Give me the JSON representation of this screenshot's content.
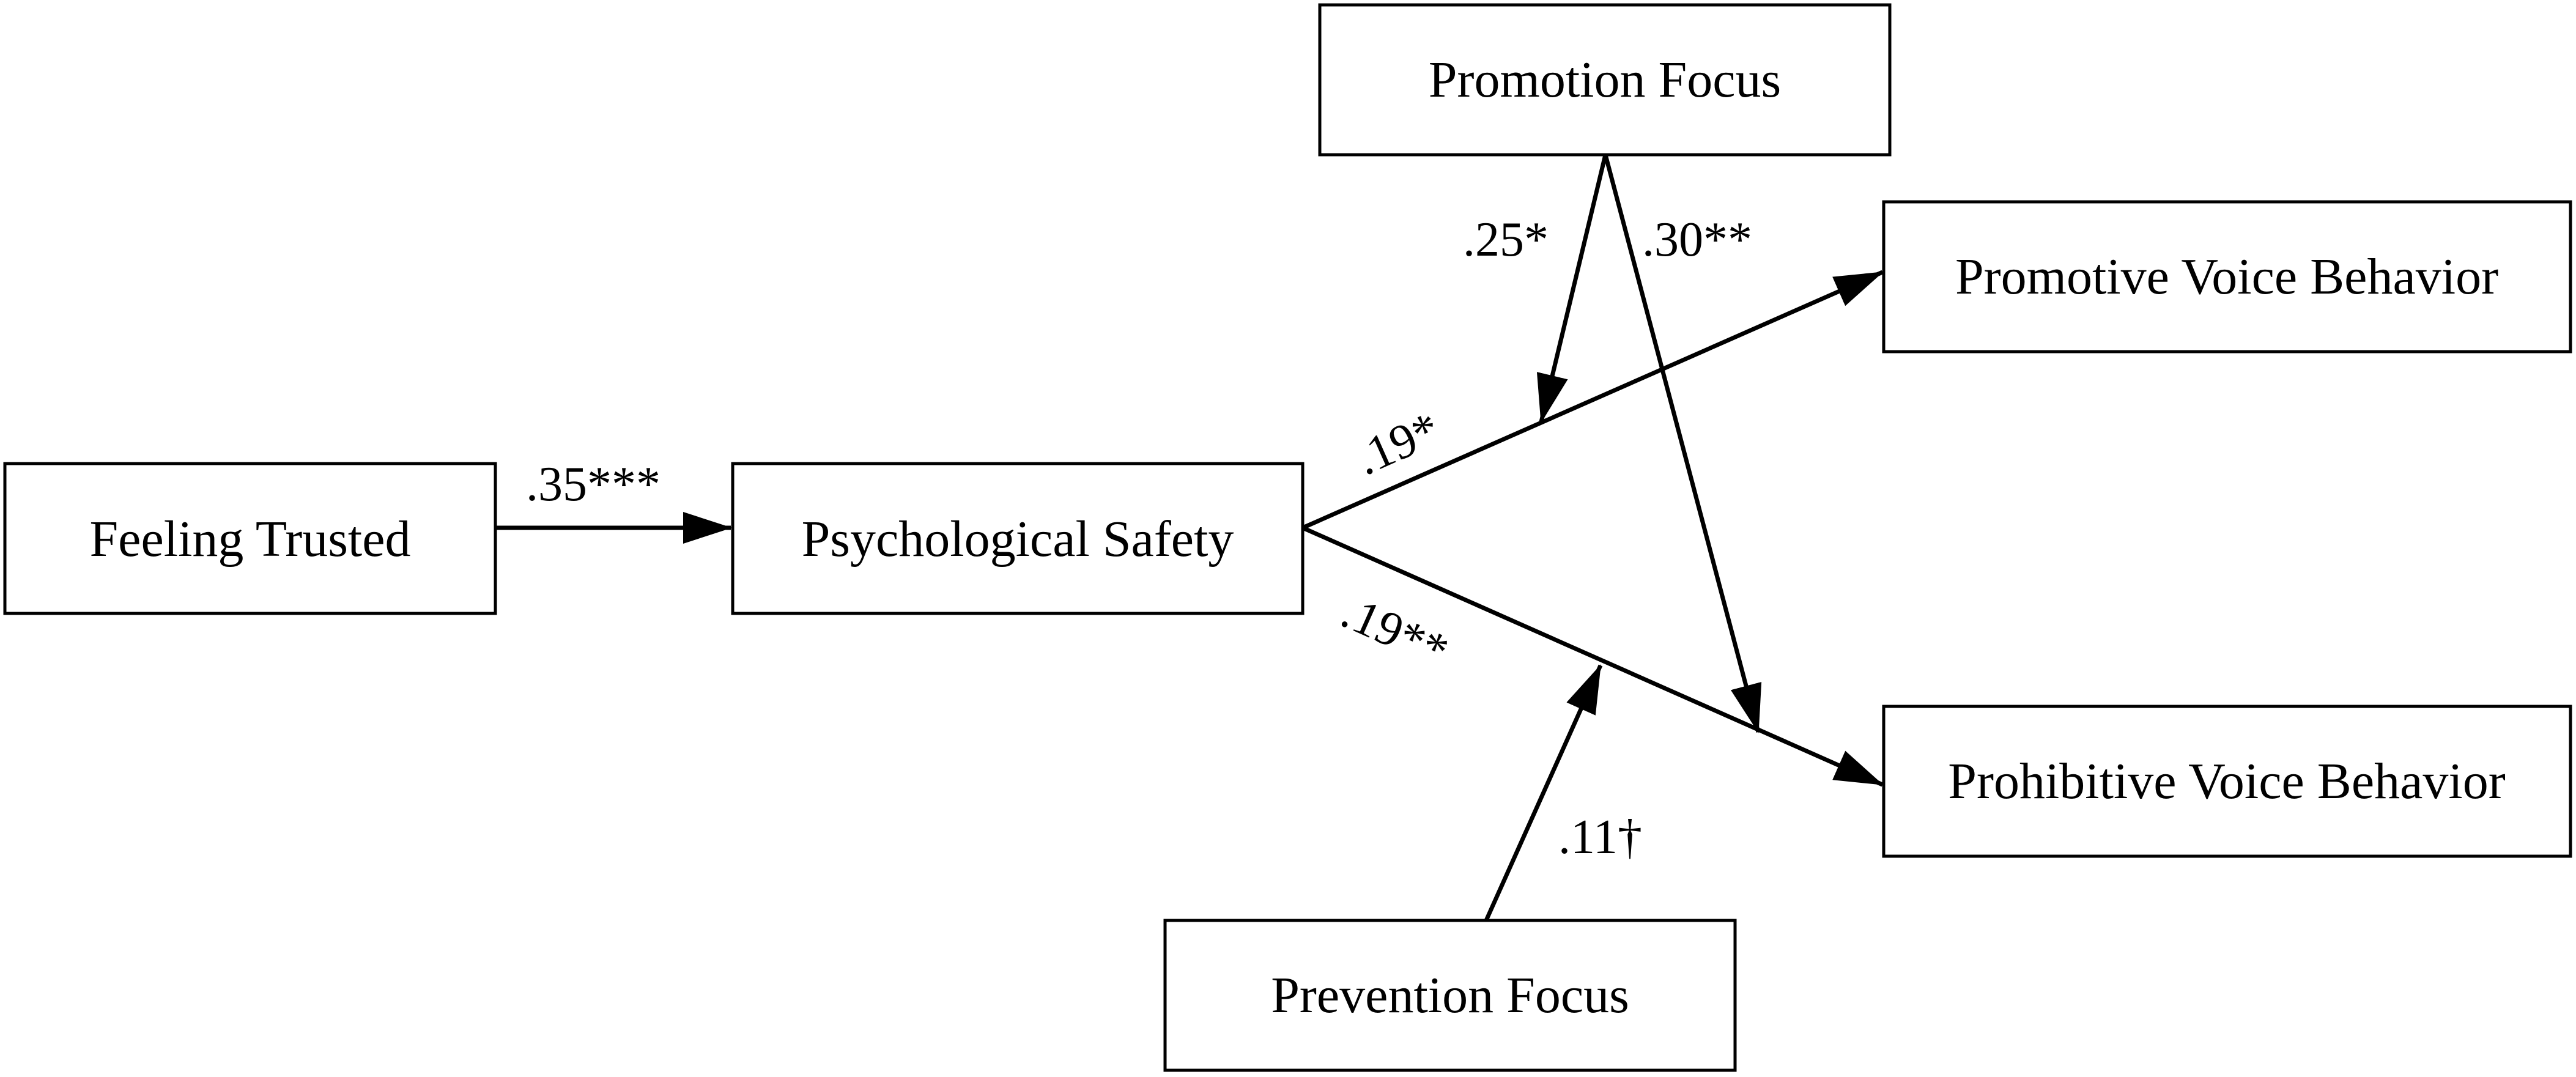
{
  "diagram": {
    "nodes": {
      "feeling_trusted": "Feeling Trusted",
      "psychological_safety": "Psychological Safety",
      "promotion_focus": "Promotion Focus",
      "prevention_focus": "Prevention Focus",
      "promotive_voice": "Promotive Voice Behavior",
      "prohibitive_voice": "Prohibitive Voice Behavior"
    },
    "edges": {
      "trusted_to_safety": ".35***",
      "safety_to_promotive": ".19*",
      "safety_to_prohibitive": ".19**",
      "promotion_to_promotive_path": ".25*",
      "promotion_to_prohibitive_path": ".30**",
      "prevention_to_prohibitive_path": ".11†"
    }
  }
}
